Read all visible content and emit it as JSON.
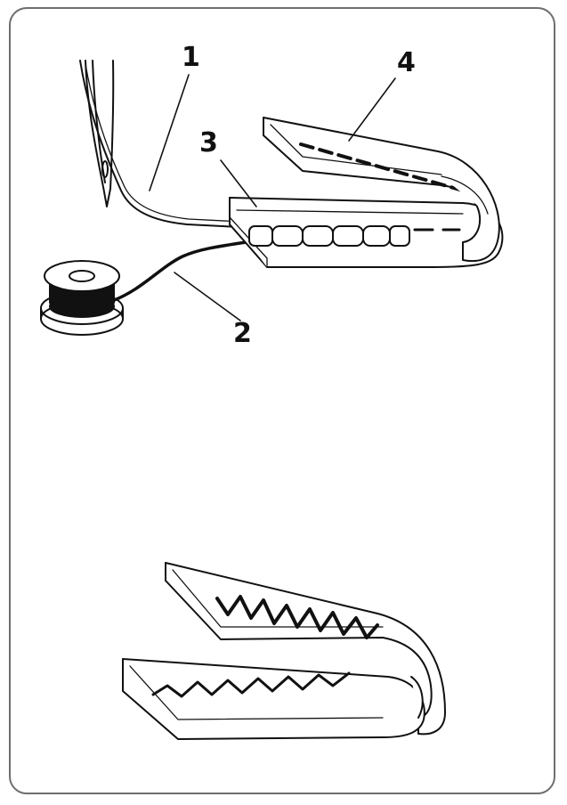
{
  "callouts": {
    "c1": "1",
    "c2": "2",
    "c3": "3",
    "c4": "4"
  },
  "colors": {
    "frame": "#6e6e6e",
    "ink": "#111111",
    "paper": "#ffffff"
  }
}
